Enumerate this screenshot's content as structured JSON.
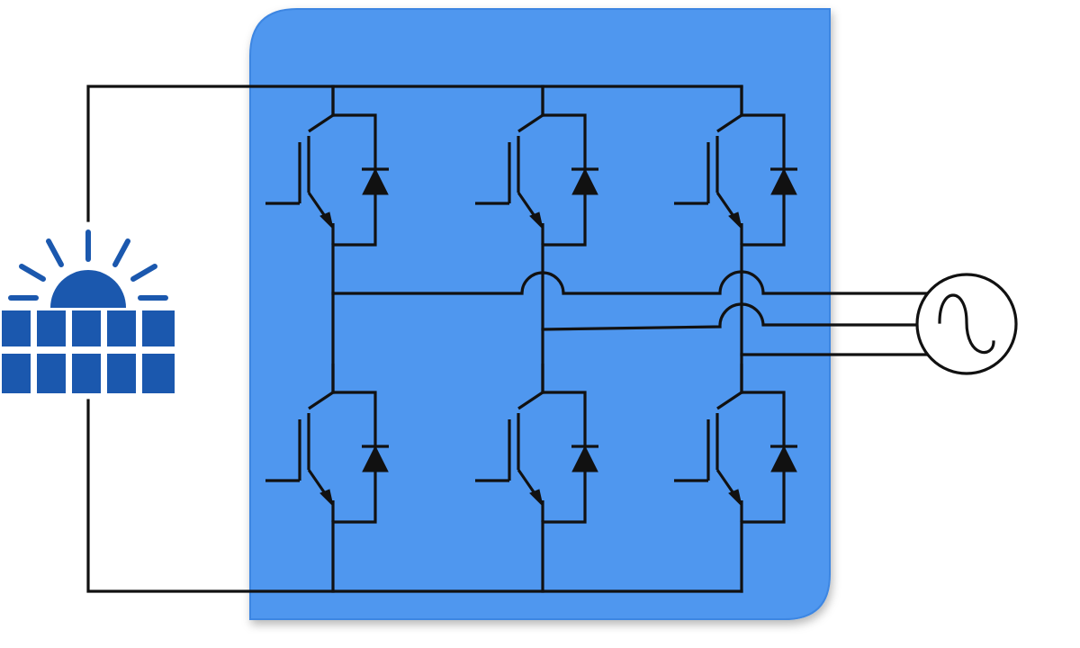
{
  "diagram": {
    "type": "three-phase-solar-inverter",
    "colors": {
      "inverter_box": "#4f97ef",
      "inverter_box_edge": "#3c86e2",
      "solar_panel": "#1b58ae",
      "wire": "#111111",
      "ac_source_fill": "#ffffff"
    },
    "components": {
      "source": "solar-panel-icon",
      "switch": "igbt-icon",
      "freewheel": "diode-icon",
      "load": "ac-source-icon"
    },
    "switch_count": 6,
    "phase_count": 3
  }
}
